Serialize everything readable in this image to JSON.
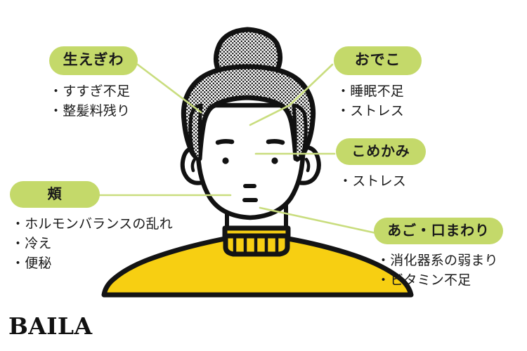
{
  "theme": {
    "pill_green": "#c4d96a",
    "line_green": "#c9dd7e",
    "ink": "#1a1a1a",
    "sweater_yellow": "#f7cf12",
    "hair_outline": "#111111",
    "background": "#ffffff"
  },
  "illustration": {
    "name": "woman-face-line-illustration",
    "hair_style": "top-bun-halftone",
    "garment": "yellow-turtleneck-sweater"
  },
  "annotations": [
    {
      "id": "hairline",
      "label": "生えぎわ",
      "icon": "pill-label",
      "items": [
        "・すすぎ不足",
        "・整髪料残り"
      ]
    },
    {
      "id": "forehead",
      "label": "おでこ",
      "icon": "pill-label",
      "items": [
        "・睡眠不足",
        "・ストレス"
      ]
    },
    {
      "id": "temple",
      "label": "こめかみ",
      "icon": "pill-label",
      "items": [
        "・ストレス"
      ]
    },
    {
      "id": "cheek",
      "label": "頰",
      "icon": "pill-label",
      "items": [
        "・ホルモンバランスの乱れ",
        "・冷え",
        "・便秘"
      ]
    },
    {
      "id": "jaw",
      "label": "あご・口まわり",
      "icon": "pill-label",
      "items": [
        "・消化器系の弱まり",
        "・ビタミン不足"
      ]
    }
  ],
  "logo": {
    "text": "BAILA"
  }
}
